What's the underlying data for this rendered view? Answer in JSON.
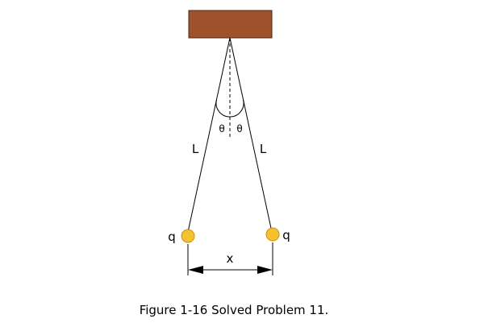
{
  "diagram": {
    "length_label_left": "L",
    "length_label_right": "L",
    "angle_label_left": "θ",
    "angle_label_right": "θ",
    "charge_label_left": "q",
    "charge_label_right": "q",
    "separation_label": "x"
  },
  "caption": "Figure 1-16 Solved Problem 11.",
  "colors": {
    "support": "#a0522d",
    "support_border": "#4a2a14",
    "charge_fill": "#f5c12e",
    "charge_stroke": "#c49412",
    "line": "#000000"
  }
}
